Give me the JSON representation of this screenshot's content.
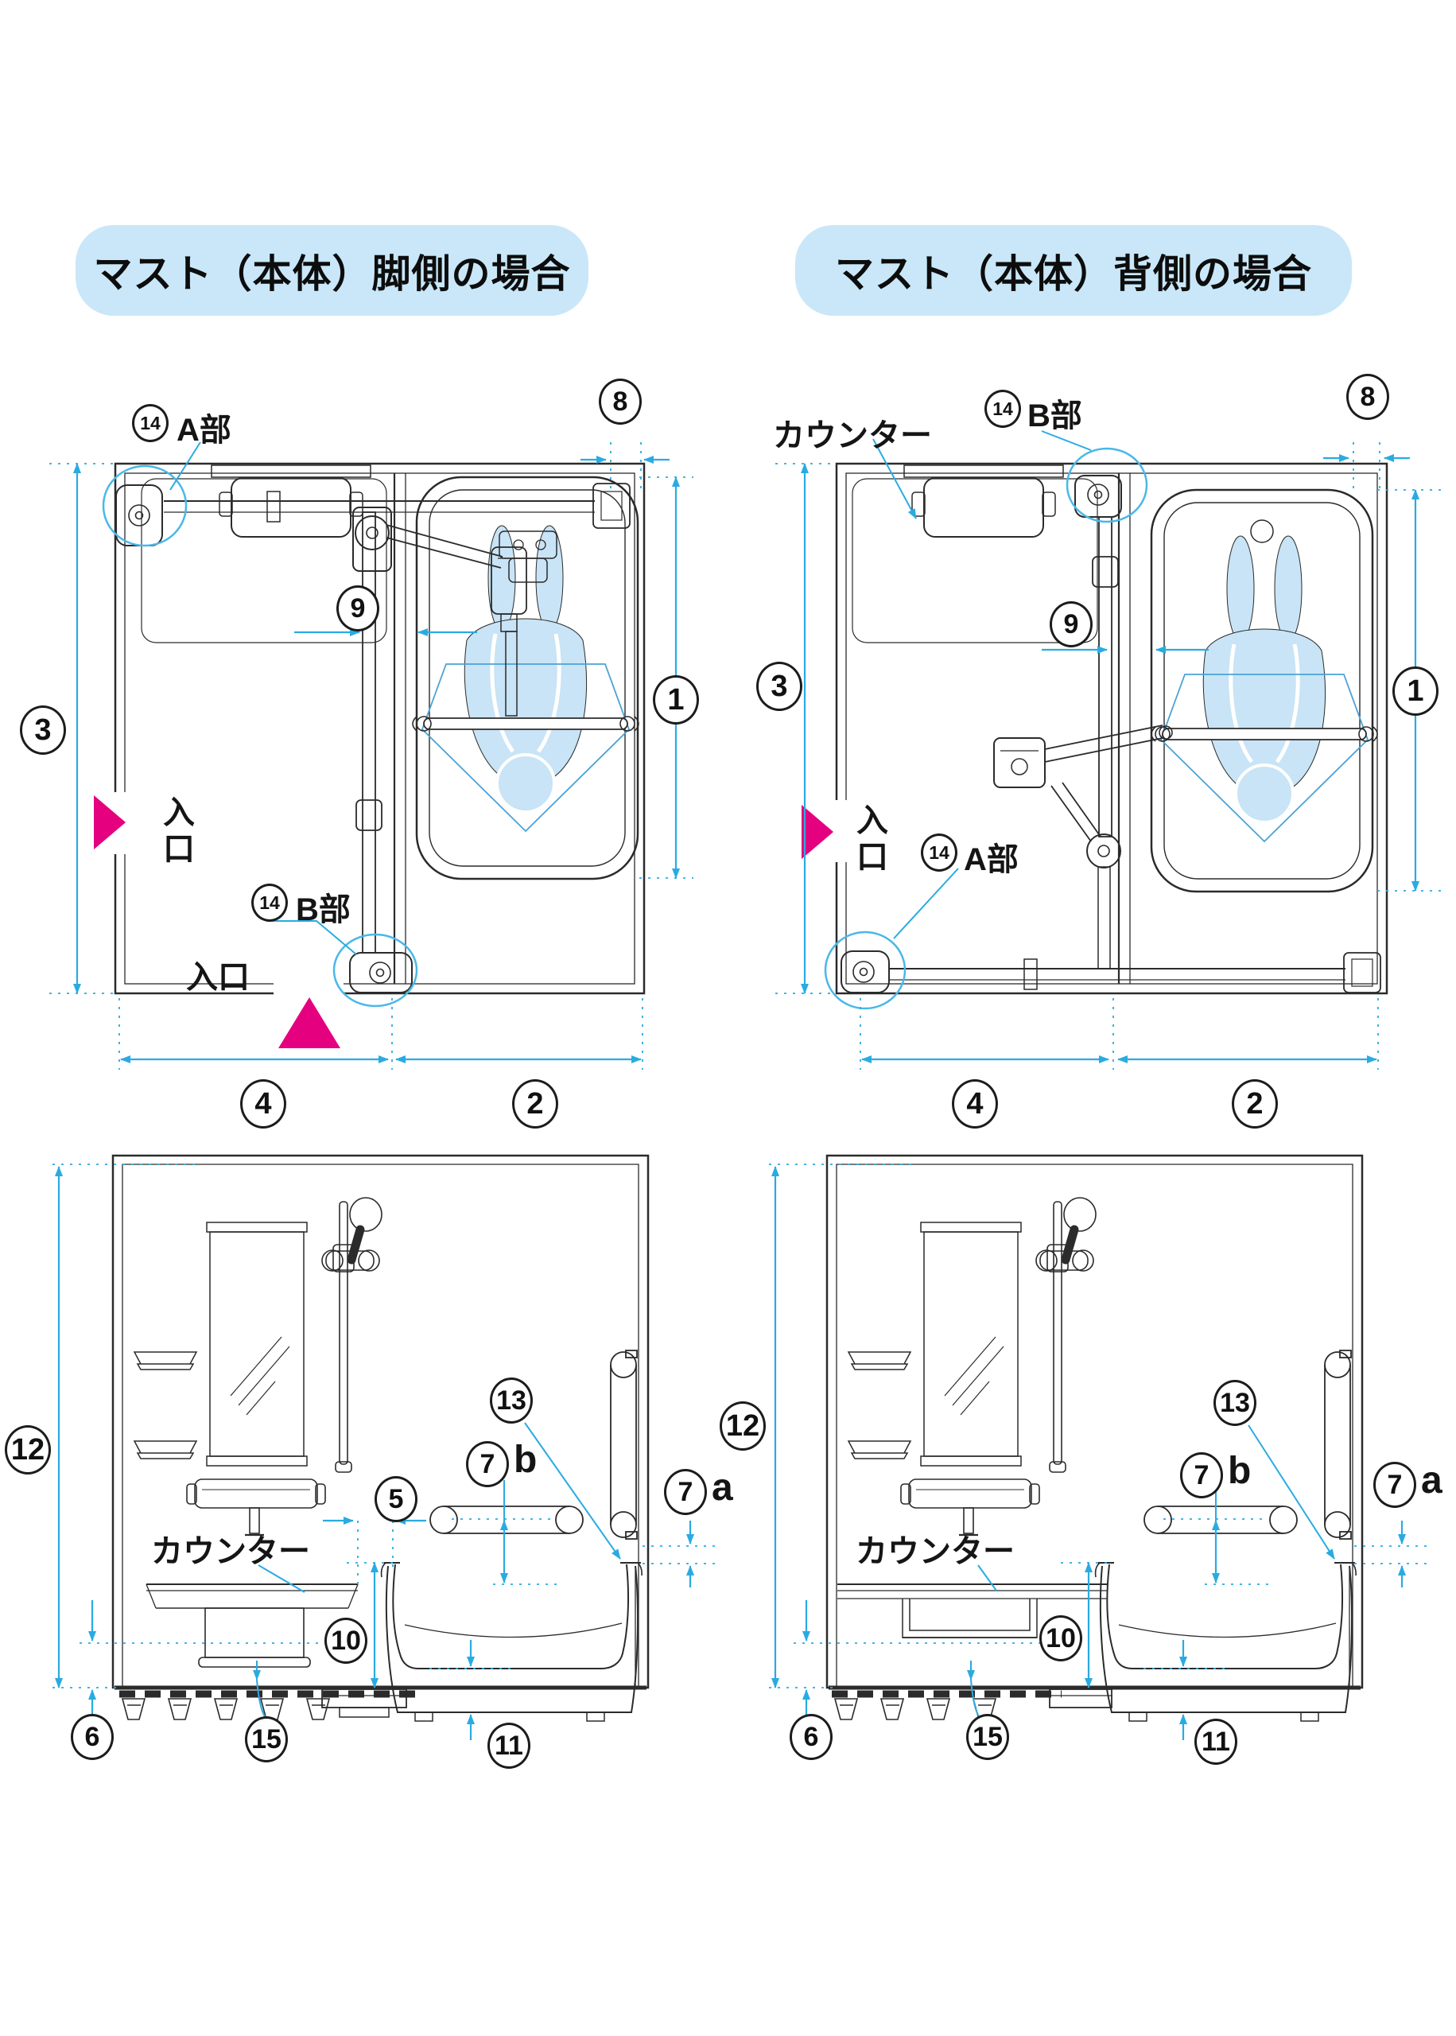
{
  "titles": {
    "left": "マスト（本体）脚側の場合",
    "right": "マスト（本体）背側の場合"
  },
  "labels": {
    "counter": "カウンター",
    "entrance": "入口",
    "part_a": "A部",
    "part_b": "B部",
    "suffix_a": "a",
    "suffix_b": "b"
  },
  "numbers": {
    "n1": "1",
    "n2": "2",
    "n3": "3",
    "n4": "4",
    "n5": "5",
    "n6": "6",
    "n7": "7",
    "n8": "8",
    "n9": "9",
    "n10": "10",
    "n11": "11",
    "n12": "12",
    "n13": "13",
    "n14": "14",
    "n15": "15"
  },
  "colors": {
    "annotation_blue": "#29abe2",
    "highlight_circle_blue": "#49b8e8",
    "entrance_pink": "#e4007f",
    "title_background": "#c9e7f8",
    "drawing_line": "#2b2b2b",
    "person_fill": "#c8e4f6",
    "person_stroke": "#4aa3d6"
  }
}
